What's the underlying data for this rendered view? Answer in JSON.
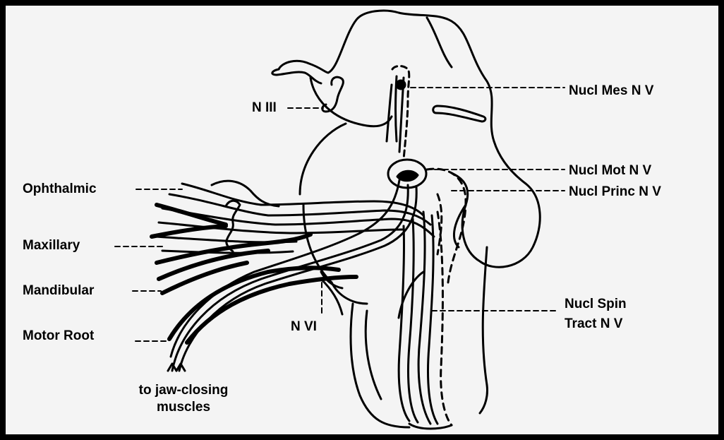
{
  "labels": {
    "nucl_mes": "Nucl Mes N V",
    "n_iii": "N III",
    "nucl_mot": "Nucl Mot N V",
    "nucl_princ": "Nucl Princ N V",
    "ophthalmic": "Ophthalmic",
    "maxillary": "Maxillary",
    "mandibular": "Mandibular",
    "motor_root": "Motor Root",
    "n_vi": "N VI",
    "nucl_spin_line1": "Nucl Spin",
    "nucl_spin_line2": "Tract N V",
    "jaw_line1": "to jaw-closing",
    "jaw_line2": "muscles"
  }
}
